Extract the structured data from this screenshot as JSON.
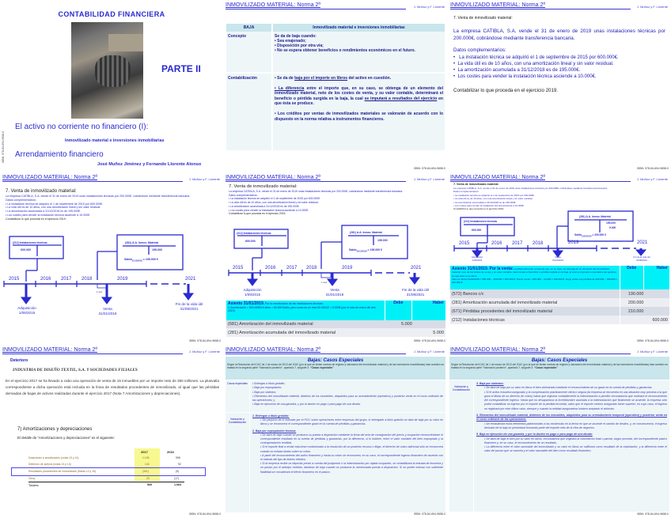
{
  "common": {
    "header": "INMOVILIZADO MATERIAL: Norma 2ª",
    "authors": "J. Muñoz y F. Llorente",
    "isbn": "ISBN: 978-84-694-9658-0"
  },
  "slide1": {
    "title": "CONTABILIDAD FINANCIERA",
    "part": "PARTE II",
    "subtitle1": "El activo no corriente no financiero (I):",
    "subtitle1b": "Inmovilizado material e inversiones inmobiliarias",
    "subtitle2": "Arrendamiento financiero",
    "authors": "José Muñoz Jiménez y Fernando Llorente Alonso",
    "side_isbn": "ISBN: 978-84-694-9658-0"
  },
  "slide2": {
    "col1": "BAJA",
    "col2": "Inmovilizado material e inversiones inmobiliarias",
    "row1_label": "Concepto",
    "row1_intro": "Se da de baja cuando:",
    "row1_items": [
      "• Sea enajenado;",
      "• Disposición por otra vía;",
      "• No se espera obtener beneficios o rendimientos económicos en el futuro."
    ],
    "row2_label": "Contabilización",
    "row2_p1a": "• Se da de ",
    "row2_p1u": "baja por el importe en libros",
    "row2_p1b": " del activo en cuestión.",
    "row2_p2u": "• La diferencia",
    "row2_p2a": " entre el importe que, en su caso, se obtenga de un elemento del inmovilizado material, neto de los costes de venta, y su valor contable, determinará el beneficio o pérdida surgida en la baja, la cual ",
    "row2_p2u2": "se imputará a resultados del ejercicio",
    "row2_p2b": " en que ésta se produce.",
    "row2_p3": "• Los créditos por ventas de inmovilizados materiales se valorarán de acuerdo con lo dispuesto en la norma relativa a instrumentos financieros."
  },
  "case": {
    "heading": "7. Venta de inmovilizado material:",
    "statement": "La empresa CATIBLA, S.A. vende el 31 de enero de 2019 unas instalaciones técnicas por 200.000€, cobrándose mediante transferencia bancaria.",
    "data_title": "Datos complementarios:",
    "bullets": [
      "La instalación técnica se adquirió el 1 de septiembre de 2015 por 600.000€.",
      "La vida útil es de 10 años, con una amortización lineal y sin valor residual.",
      "La amortización acumulada a 31/12/2018 es de 195.000€.",
      "Los costes para vender la instalación técnica asciende a 10.000€."
    ],
    "task": "Contabilizar lo que proceda en el ejercicio 2019."
  },
  "timeline": {
    "years": [
      "2015",
      "2016",
      "2017",
      "2018",
      "2019",
      "2021"
    ],
    "acq_label": "Adquisición",
    "acq_date": "1/09/2015",
    "sale_label": "Venta",
    "sale_date": "31/01/2019",
    "end_label": "Fin de la vida útil",
    "end_date": "31/08/2021",
    "month": "1 mes",
    "acc1_title": "(212) Instalaciones técnicas",
    "acc1_debit": "600.000",
    "acc2_title": "(281) A.A. Inmov. Material",
    "acc2_credit": "195.000",
    "acc2_credit2": "5.000",
    "saldo_label": "Saldo",
    "saldo_sub": "31/12/2018",
    "saldo_val": "= 195.000 €",
    "saldo_sub2": "31/01/2019",
    "saldo_val2": "= 200.000 €"
  },
  "slide5": {
    "entry_title": "Asiento 31/01/2019.",
    "entry_text": " Por la amortización de las instalaciones técnicas:",
    "entry_calc": "C.Amortización = 600.000€/10 años = 60.000 €/año, pero como es un mes 60.000/12 = 5.000€ (por el mes de enero del año 2019)",
    "debe": "Debe",
    "haber": "Haber",
    "rows": [
      {
        "account": "(681) Amortización del inmovilizado material",
        "debe": "5.000",
        "haber": ""
      },
      {
        "account": "(281) Amortización acumulada del inmovilizado material",
        "debe": "",
        "haber": "5.000"
      }
    ]
  },
  "slide6": {
    "entry_title": "Asiento 31/01/2019. Por la venta:",
    "entry_text": " La diferencia entre el importe que, en su caso, se obtenga de un elemento del inmovilizado material, neto de los costes de venta, y su valor contable, determinará el beneficio o pérdida surgida en la baja, la cual se imputará a resultados del ejercicio en que ésta se produce.",
    "entry_calc": "Valor en libros 31/01/2019 = 600.000 − 200.000 = 400.000 €; Precio venta = 200.000 − 10.000 = 190.000 €, luego existe una pérdida de 400.000 − 190.000 = 210.000 €.",
    "debe": "Debe",
    "haber": "Haber",
    "rows": [
      {
        "account": "(572) Bancos c/c",
        "debe": "190.000",
        "haber": ""
      },
      {
        "account": "(281) Amortización acumulada del inmovilizado material",
        "debe": "200.000",
        "haber": ""
      },
      {
        "account": "(671) Pérdidas procedentes del inmovilizado material",
        "debe": "210.000",
        "haber": ""
      },
      {
        "account": "(212) Instalaciones técnicas",
        "debe": "",
        "haber": "600.000"
      }
    ]
  },
  "slide7": {
    "section": "Deterioro",
    "company": "INDUSTRIA DE DISEÑO TEXTIL, S.A. Y SOCIEDADES FILIALES",
    "paragraph": "En el ejercicio 2017 se ha llevado a cabo una operación de venta de 15 inmuebles por un importe neto de 350 millones. La plusvalía correspondiente a dicha operación está incluida en la línea de resultados procedentes de inmovilizado, al igual que las pérdidas derivadas de bajas de activos realizadas durante el ejercicio 2017 (Nota 7 Amortizaciones y depreciaciones).",
    "note_title": "7) Amortizaciones y depreciaciones",
    "note_intro": "El detalle de “Amortizaciones y depreciaciones” es el siguiente:",
    "col_2017": "2017",
    "col_2016": "2016",
    "rows": [
      {
        "label": "Dotaciones a amortización (notas 13 y 14)",
        "v2017": "1.106",
        "v2016": "998"
      },
      {
        "label": "Deterioro de activos (notas 13 y 14)",
        "v2017": "144",
        "v2016": "92"
      },
      {
        "label": "Resultados procedentes de inmovilizado (Notas 13 y 15)",
        "v2017": "(301)",
        "v2016": "(9)"
      },
      {
        "label": "Otros",
        "v2017": "20",
        "v2016": "(17)"
      }
    ],
    "total_label": "Totales",
    "total_2017": "969",
    "total_2016": "1.064"
  },
  "bajas": {
    "title": "Bajas: Casos Especiales",
    "intro": "Según la Resolución del ICAC de 1 de marzo de 2013 del ICAC (por la que se dictan normas de registro y valoración del inmovilizado material y de las inversiones inmobiliarias) esta cuestión es tratada en la segunda parte “Valoración posterior”, apartado 7, epígrafe 3. ",
    "intro_bold": "“Casos especiales”"
  },
  "slide8": {
    "label1": "Casos especiales",
    "cases": [
      "Entregas a título gratuito;",
      "Baja por expropiación;",
      "Baja por siniestro;",
      "Elementos del inmovilizado material, distintos de los inmuebles, adquiridos para su arrendamiento (operativo) y posterior venta en el curso ordinario de las operaciones; y",
      "Baja en ejecución de una garantía, y por la dación en pago o para pago de una deuda."
    ],
    "label2": "Valoración y Contabilización",
    "h1": "1. Entregas a título gratuito:",
    "p1": "Sin perjuicio de lo indicado por el PGC sobre operaciones entre empresas del grupo, lo entregado a título gratuito se dará de baja por su valor en libros y se reconocerá el correspondiente gasto en la cuenta de pérdidas y ganancias.",
    "h2": "2. Baja por expropiación forzosa:",
    "p2": "Se dará de baja cuando se produzca su puesta a disposición mediante la firma del acta de consignación del precio y ocupación reconociéndose el correspondiente resultado en la cuenta de pérdidas y ganancias, por la diferencia, si lo hubiere, entre el valor contable del bien expropiado y la contraprestación recibida.",
    "p3": "Si el importe final a recibir estuviese condicionado a la resolución de un posterior recurso o litigio, el derecho de cobro adicional sólo se reconocerá cuando no existan dudas sobre su cobro.",
    "p4": "A partir del reconocimiento del activo financiero y hasta su cobro se reconocerá, en su caso, el correspondiente ingreso financiero de acuerdo con el método del tipo de interés efectivo.",
    "p5": "Si la empresa recibe un depósito previo a cuenta del justiprecio o la indemnización por rápida ocupación, se contabilizará la entrada de tesorería y un pasivo por el anticipo recibido, dándose de baja cuando se produzca la mencionada puesta a disposición. Si se puede estimar con suficiente fiabilidad se considerará el efecto financiero en el pasivo."
  },
  "slide9": {
    "label": "Valoración y Contabilización",
    "h3": "3. Baja por siniestro:",
    "p3a": "Se dará de baja por su valor en libros el bien siniestrado mediante el reconocimiento de un gasto en la cuenta de pérdidas y ganancias.",
    "p3b": "Si el activo estuviera asegurado y la compensación prácticamente cierta o segura (la empresa se encuentra en una situación muy próxima a la que goza el titular de un derecho de cobro) habrá que registrar contablemente la indemnización a percibir circunstancia que motivará el reconocimiento del correspondiente ingreso. Hasta que no desaparezca la incertidumbre asociada a la indemnización que finalmente se acuerde, la empresa sólo podrá contabilizar un ingreso por el importe de la pérdida incurrida, salvo que el importe mínimo asegurado fuese superior, en cuyo caso, el ingreso se registrará por este último valor, siempre y cuando la entidad aseguradora hubiera aceptado el siniestro.",
    "h4": "4. Elementos del inmovilizado material, distintos de los inmuebles, adquiridos para su arrendamiento temporal (operativo) y posterior venta en el curso ordinario de las operaciones:",
    "p4": "Se reclasificará estos elementos patrimoniales a las existencias en la fecha en que se acuerde el cambio de destino, y, en consecuencia, el ingreso derivado de la baja se presentará formando parte del importe neto de la cifra de negocios.",
    "h5": "5. Baja en ejecución de una garantía, y por la dación en pago o para pago de una deuda:",
    "p5a": "Se dará de baja el bien por su valor en libros, circunstancia que originará la cancelación total o parcial, según proceda, del correspondiente pasivo financiero y, en su caso, el reconocimiento de un resultado.",
    "p5b": "La diferencia entre el valor razonable del inmovilizado y su valor en libros se calificará como resultado de la explotación, y la diferencia entre el valor del pasivo que se cancela y el valor razonable del bien como resultado financiero."
  },
  "colors": {
    "title_blue": "#2a2ad0",
    "accent_cyan": "#00f0f8",
    "table_header": "#c8e6ec",
    "table_body": "#eef6f8",
    "highlight_yellow": "#f8f890",
    "grey_row": "#d8dce6"
  }
}
